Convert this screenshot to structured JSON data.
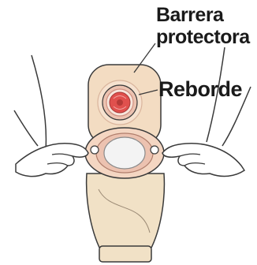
{
  "labels": {
    "barrera_line1": "Barrera",
    "barrera_line2": "protectora",
    "reborde": "Reborde"
  },
  "colors": {
    "skin_barrier": "#f3dcc2",
    "pouch": "#f1e1c6",
    "stoma": "#e0504d",
    "flange_ring": "#e9b7a8",
    "outline": "#3a3a3a"
  }
}
